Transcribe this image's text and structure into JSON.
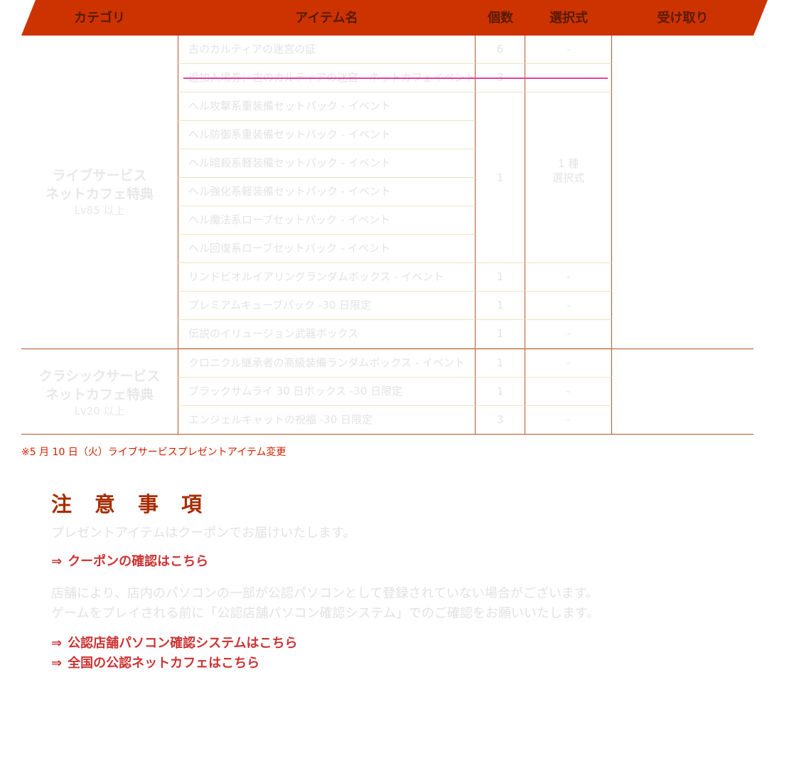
{
  "table": {
    "headers": {
      "category": "カテゴリ",
      "item_name": "アイテム名",
      "count": "個数",
      "selection": "選択式",
      "receive": "受け取り"
    },
    "live_group": {
      "title_line1": "ライブサービス",
      "title_line2": "ネットカフェ特典",
      "level": "Lv85 以上",
      "rows": [
        {
          "name": "古のカルティアの迷宮の証",
          "count": "6",
          "selection": "-"
        },
        {
          "name": "追加入場券：古のカルティアの迷宮 - ネットカフェイベント",
          "count": "3",
          "selection": "",
          "struck": true
        },
        {
          "name": "ヘル攻撃系重装備セットパック - イベント"
        },
        {
          "name": "ヘル防御系重装備セットパック - イベント"
        },
        {
          "name": "ヘル暗殺系軽装備セットパック - イベント"
        },
        {
          "name": "ヘル強化系軽装備セットパック - イベント"
        },
        {
          "name": "ヘル魔法系ローブセットパック - イベント"
        },
        {
          "name": "ヘル回復系ローブセットパック - イベント"
        },
        {
          "name": "リンドビオルイアリングランダムボックス - イベント",
          "count": "1",
          "selection": "-"
        },
        {
          "name": "プレミアムキューブパック -30 日限定",
          "count": "1",
          "selection": "-"
        },
        {
          "name": "伝説のイリュージョン武器ボックス",
          "count": "1",
          "selection": "-"
        }
      ],
      "merged_count": "1",
      "merged_selection_line1": "1 種",
      "merged_selection_line2": "選択式"
    },
    "classic_group": {
      "title_line1": "クラシックサービス",
      "title_line2": "ネットカフェ特典",
      "level": "Lv20 以上",
      "rows": [
        {
          "name": "クロニクル継承者の高級装備ランダムボックス - イベント",
          "count": "1",
          "selection": "-"
        },
        {
          "name": "ブラックサムライ 30 日ボックス -30 日限定",
          "count": "1",
          "selection": "-"
        },
        {
          "name": "エンジェルキャットの祝福 -30 日限定",
          "count": "3",
          "selection": "-"
        }
      ]
    }
  },
  "note": "※5 月 10 日（火）ライブサービスプレゼントアイテム変更",
  "notice": {
    "title": "注意事項",
    "text1": "プレゼントアイテムはクーポンでお届けいたします。",
    "link1": "クーポンの確認はこちら",
    "text2_line1": "店舗により、店内のパソコンの一部が公認パソコンとして登録されていない場合がございます。",
    "text2_line2": "ゲームをプレイされる前に「公認店舗パソコン確認システム」でのご確認をお願いいたします。",
    "link2": "公認店舗パソコン確認システムはこちら",
    "link3": "全国の公認ネットカフェはこちら",
    "arrow": "⇒"
  },
  "colors": {
    "header_bg": "#cc3300",
    "header_text": "#5a1a00",
    "link": "#cc3333",
    "strike": "#e8409a",
    "notice_title": "#a82c00"
  }
}
